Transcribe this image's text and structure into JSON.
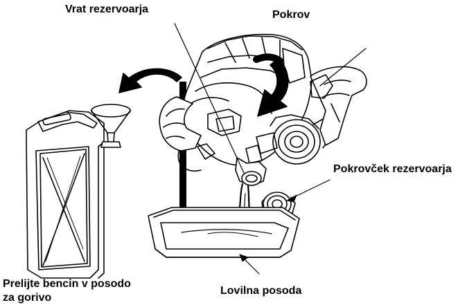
{
  "labels": {
    "neck": "Vrat rezervoarja",
    "cover": "Pokrov",
    "tank_cap": "Pokrovček rezervoarja",
    "pour_line1": "Prelijte bencin v  posodo",
    "pour_line2": "za gorivo",
    "tray": "Lovilna posoda"
  },
  "icons": [
    "fuel-can-icon",
    "funnel-icon",
    "engine-icon",
    "drip-tray-icon",
    "fuel-cap-icon",
    "curved-arrow-icon"
  ],
  "colors": {
    "line": "#000000",
    "fill": "#ffffff",
    "arrow": "#000000"
  }
}
